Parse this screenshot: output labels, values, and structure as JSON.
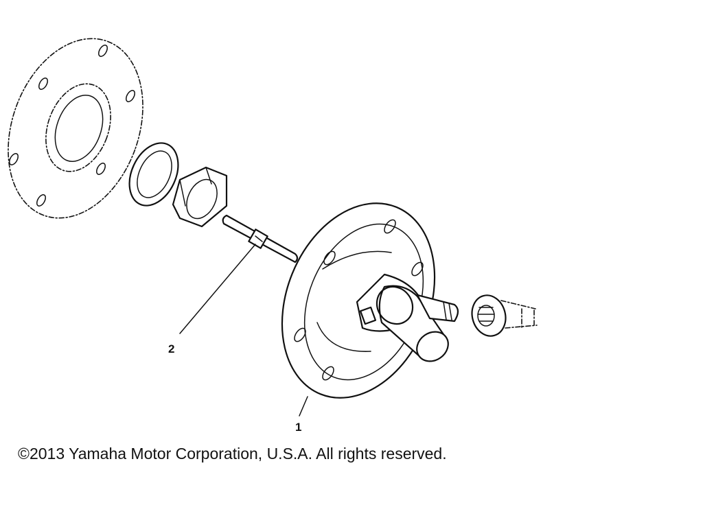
{
  "diagram": {
    "callouts": [
      {
        "number": "1",
        "part": "hub-assembly"
      },
      {
        "number": "2",
        "part": "pin"
      }
    ]
  },
  "footer": {
    "copyright": "©2013 Yamaha Motor Corporation, U.S.A. All rights reserved."
  }
}
